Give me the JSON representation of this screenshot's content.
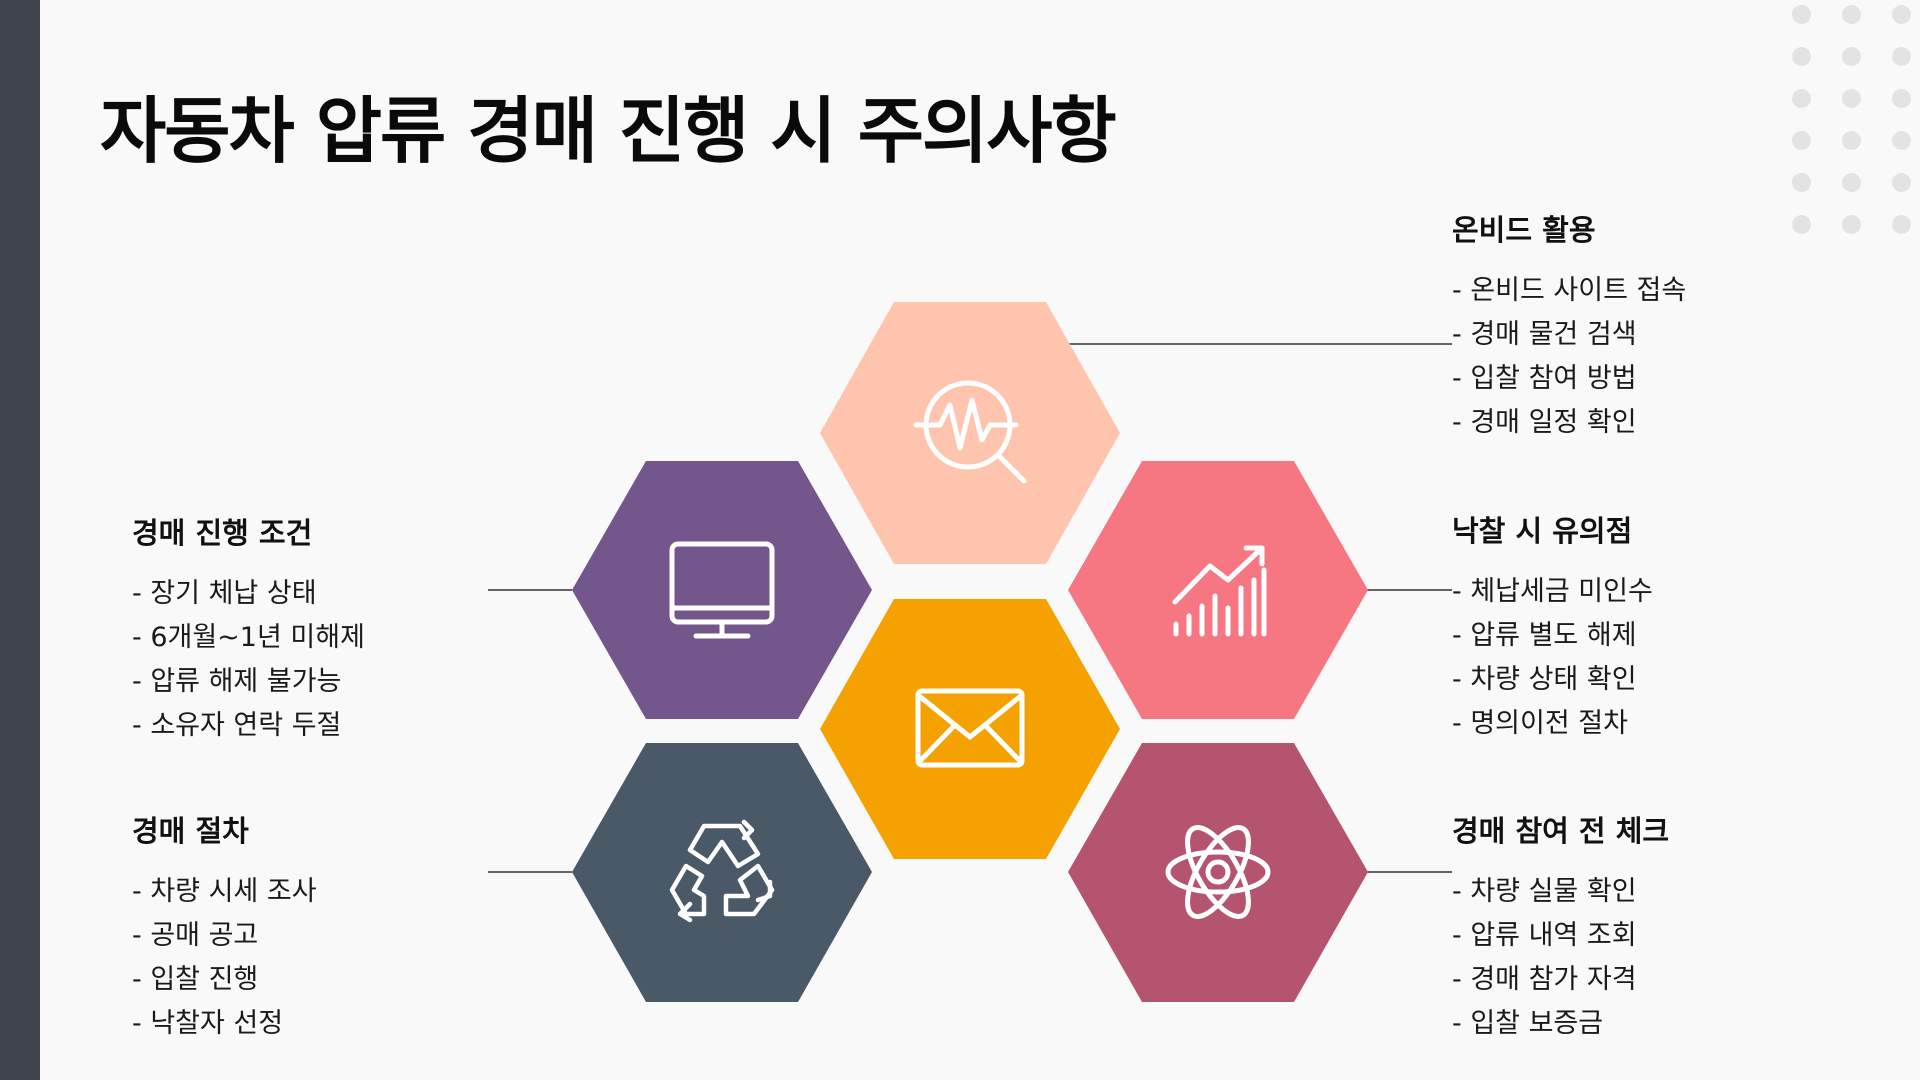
{
  "title": "자동차 압류 경매 진행 시 주의사항",
  "colors": {
    "sidebar": "#3f444d",
    "peach": "#ffc4ae",
    "purple": "#73578c",
    "coral": "#f67682",
    "orange": "#f5a100",
    "slate": "#4a5968",
    "rose": "#b5546f"
  },
  "hexagons": [
    {
      "name": "hex-search",
      "icon": "search-pulse-icon",
      "color": "#ffc4ae"
    },
    {
      "name": "hex-monitor",
      "icon": "monitor-icon",
      "color": "#73578c"
    },
    {
      "name": "hex-chart",
      "icon": "chart-growth-icon",
      "color": "#f67682"
    },
    {
      "name": "hex-mail",
      "icon": "mail-icon",
      "color": "#f5a100"
    },
    {
      "name": "hex-recycle",
      "icon": "recycle-icon",
      "color": "#4a5968"
    },
    {
      "name": "hex-atom",
      "icon": "atom-icon",
      "color": "#b5546f"
    }
  ],
  "sections": {
    "onbid": {
      "title": "온비드 활용",
      "items": [
        "- 온비드 사이트 접속",
        "- 경매 물건 검색",
        "- 입찰 참여 방법",
        "- 경매 일정 확인"
      ]
    },
    "conditions": {
      "title": "경매 진행 조건",
      "items": [
        "- 장기 체납 상태",
        "- 6개월~1년 미해제",
        "- 압류 해제 불가능",
        "- 소유자 연락 두절"
      ]
    },
    "winning": {
      "title": "낙찰 시 유의점",
      "items": [
        "- 체납세금 미인수",
        "- 압류 별도 해제",
        "- 차량 상태 확인",
        "- 명의이전 절차"
      ]
    },
    "procedure": {
      "title": "경매 절차",
      "items": [
        "- 차량 시세 조사",
        "- 공매 공고",
        "- 입찰 진행",
        "- 낙찰자 선정"
      ]
    },
    "precheck": {
      "title": "경매 참여 전 체크",
      "items": [
        "- 차량 실물 확인",
        "- 압류 내역 조회",
        "- 경매 참가 자격",
        "- 입찰 보증금"
      ]
    }
  }
}
